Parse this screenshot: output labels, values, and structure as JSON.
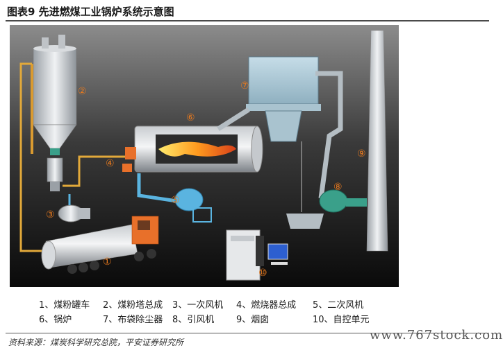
{
  "header": {
    "title": "图表9     先进燃煤工业锅炉系统示意图"
  },
  "figure": {
    "markers": [
      "①",
      "②",
      "③",
      "④",
      "⑤",
      "⑥",
      "⑦",
      "⑧",
      "⑨",
      "⑩"
    ]
  },
  "legend": {
    "row1": [
      "1、煤粉罐车",
      "2、煤粉塔总成",
      "3、一次风机",
      "4、燃烧器总成",
      "5、二次风机"
    ],
    "row2": [
      "6、锅炉",
      "7、布袋除尘器",
      "8、引风机",
      "9、烟囱",
      "10、自控单元"
    ]
  },
  "footer": {
    "source": "资料来源：煤炭科学研究总院，平安证券研究所",
    "watermark": "www.767stock.com"
  },
  "colors": {
    "accent": "#e87a1e",
    "background_top": "#8c8c8c",
    "background_bottom": "#0a0a0a",
    "pipe": "#5ab4e0"
  }
}
